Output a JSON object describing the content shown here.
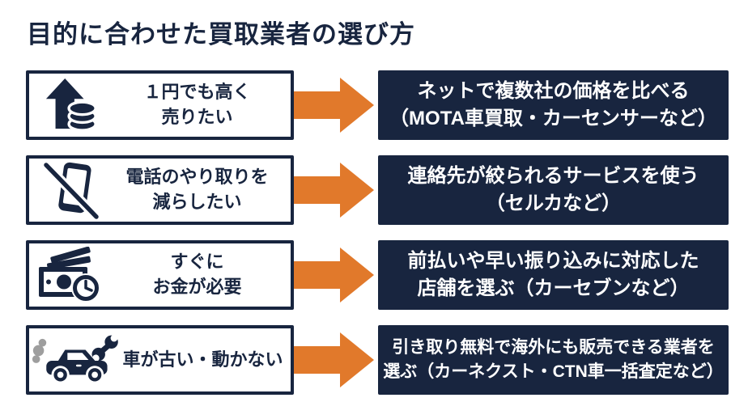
{
  "title": "目的に合わせた買取業者の選び方",
  "colors": {
    "navy": "#18253F",
    "orange": "#E1792B",
    "smoke": "#9E9E9E",
    "bg": "#FFFFFF"
  },
  "rows": [
    {
      "icon": "up-arrow-coins-icon",
      "need": "１円でも高く\n売りたい",
      "solution": "ネットで複数社の価格を比べる\n（MOTA車買取・カーセンサーなど）"
    },
    {
      "icon": "no-phone-icon",
      "need": "電話のやり取りを\n減らしたい",
      "solution": "連絡先が絞られるサービスを使う\n（セルカなど）"
    },
    {
      "icon": "cash-clock-icon",
      "need": "すぐに\nお金が必要",
      "solution": "前払いや早い振り込みに対応した\n店舗を選ぶ（カーセブンなど）"
    },
    {
      "icon": "broken-car-icon",
      "need": "車が古い・動かない",
      "solution": "引き取り無料で海外にも販売できる業者を\n選ぶ（カーネクスト・CTN車一括査定など）"
    }
  ]
}
